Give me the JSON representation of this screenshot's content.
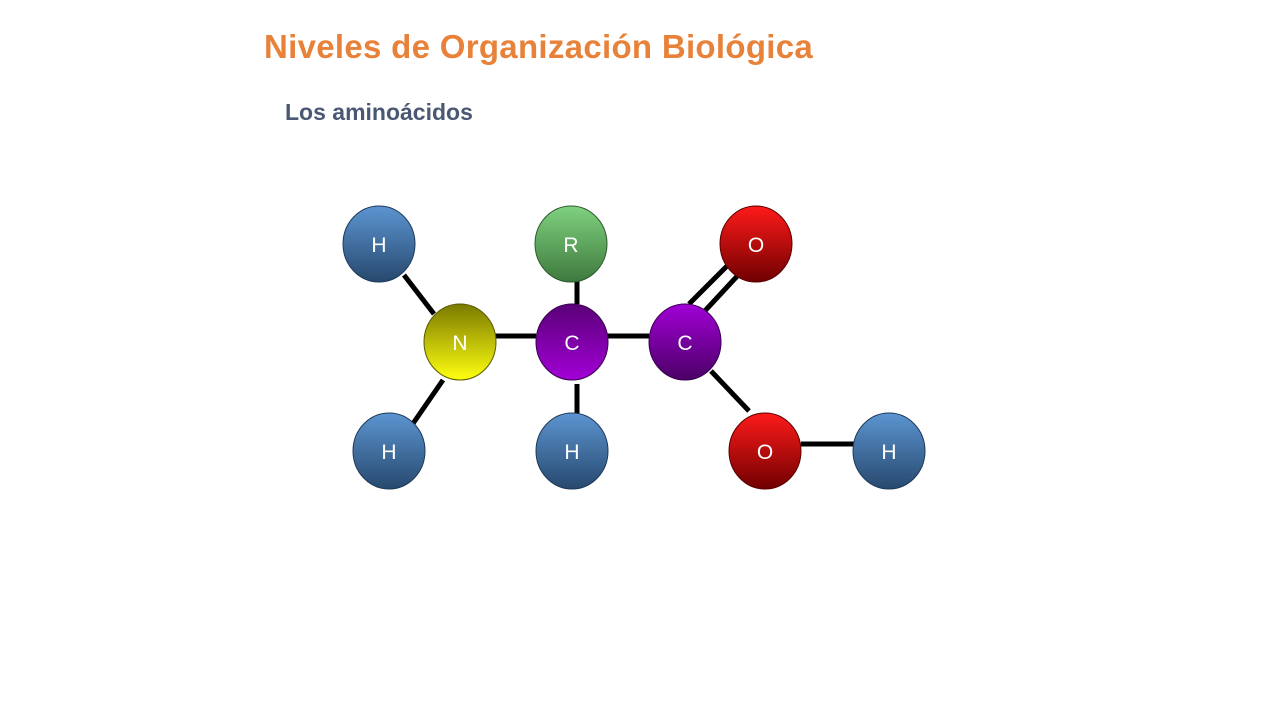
{
  "slide": {
    "title": "Niveles de Organización Biológica",
    "subtitle": "Los aminoácidos"
  },
  "molecule": {
    "atoms": {
      "h_top_left": "H",
      "r_group": "R",
      "o_double": "O",
      "n": "N",
      "c_alpha": "C",
      "c_carboxyl": "C",
      "h_bottom_left": "H",
      "h_alpha": "H",
      "o_hydroxyl": "O",
      "h_hydroxyl": "H"
    }
  },
  "colors": {
    "title": "#E8823A",
    "subtitle": "#4A5873",
    "hydrogen": "#3F75B0",
    "nitrogen": "#E6E600",
    "carbon": "#8A00B8",
    "oxygen": "#E00000",
    "r_group": "#5BAE5B",
    "bond": "#000000"
  }
}
